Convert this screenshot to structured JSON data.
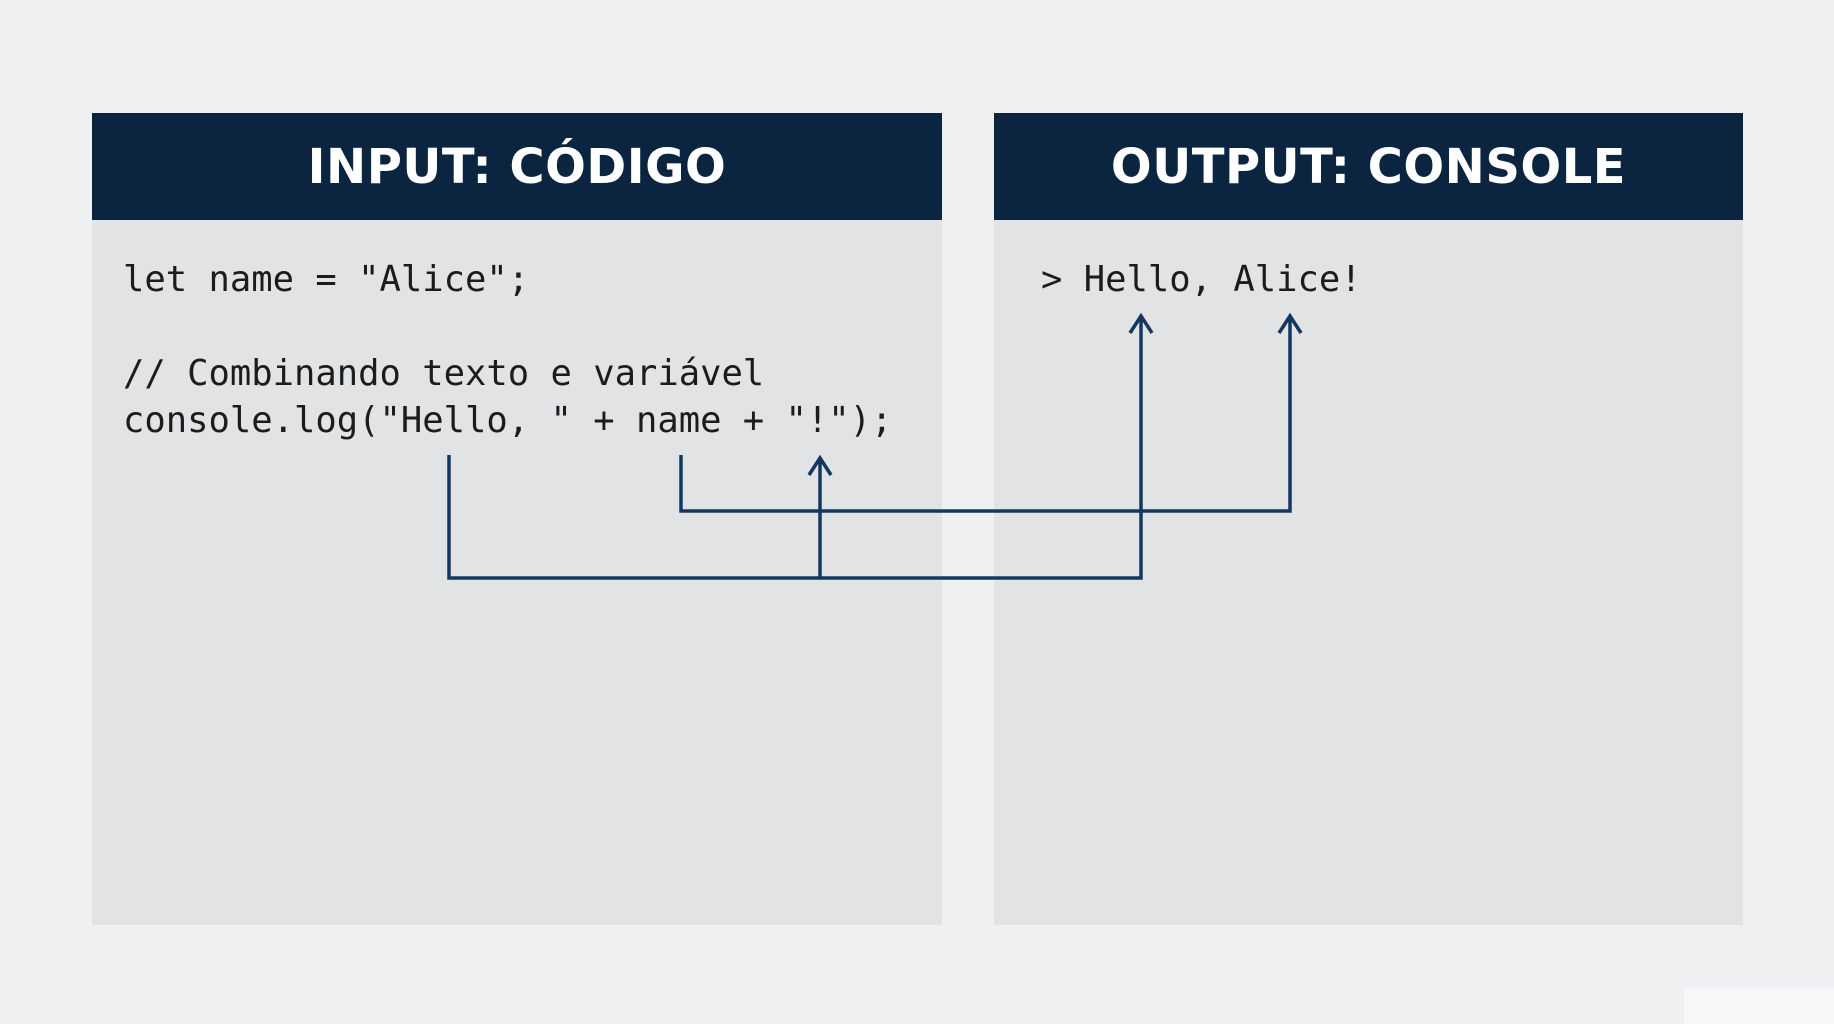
{
  "input_panel": {
    "title": "INPUT: CÓDIGO",
    "code_lines": [
      "let name = \"Alice\";",
      "// Combinando texto e variável",
      "console.log(\"Hello, \" + name + \"!\");"
    ]
  },
  "output_panel": {
    "title": "OUTPUT: CONSOLE",
    "console_line": "> Hello, Alice!"
  },
  "colors": {
    "header_background": "#0b2540",
    "panel_background": "#e2e3e4",
    "page_background": "#eef0f1",
    "connector": "#143760"
  },
  "connectors": [
    {
      "name": "hello-string-to-output-hello",
      "from": "\"Hello, \"",
      "to": "Hello,"
    },
    {
      "name": "name-variable-to-output-alice",
      "from": "name",
      "to": "Alice!"
    }
  ]
}
